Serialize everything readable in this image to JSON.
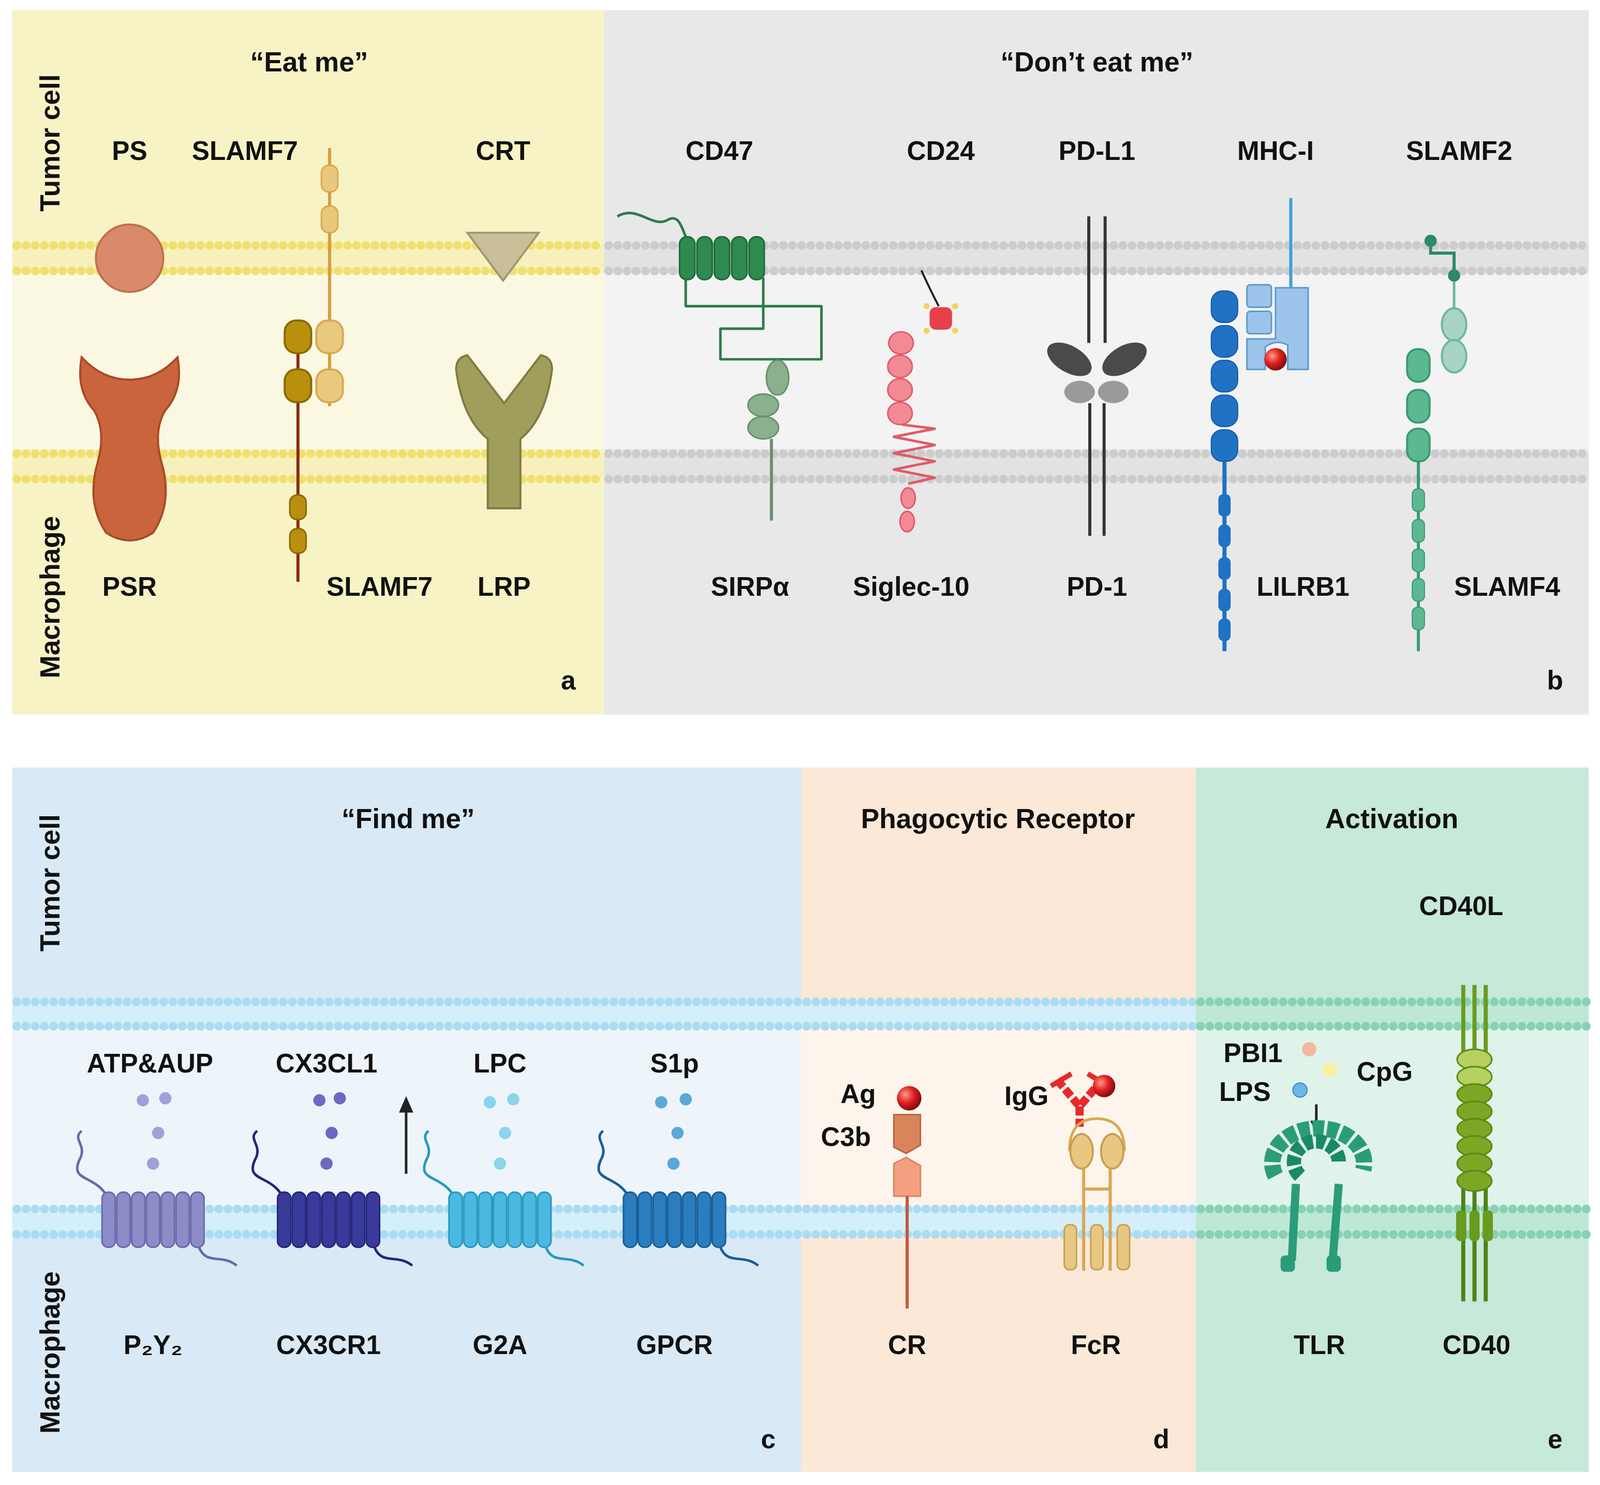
{
  "diagram": {
    "nodes": [
      {
        "text": [
          "“Eat me”",
          "a"
        ]
      },
      {
        "text": [
          "“Don’t eat me”",
          "b"
        ]
      },
      {
        "text": [
          "“Find me”",
          "c"
        ]
      },
      {
        "text": [
          "Phagocytic Receptor",
          "d"
        ]
      },
      {
        "text": [
          "Activation",
          "e"
        ]
      }
    ],
    "edges": [],
    "labels": [
      "Tumor cell",
      "Macrophage",
      "PS",
      "SLAMF7",
      "CRT",
      "PSR",
      "SLAMF7",
      "LRP",
      "CD47",
      "CD24",
      "PD-L1",
      "MHC-I",
      "SLAMF2",
      "SIRPα",
      "Siglec-10",
      "PD-1",
      "LILRB1",
      "SLAMF4",
      "Tumor cell",
      "Macrophage",
      "ATP&AUP",
      "CX3CL1",
      "LPC",
      "S1p",
      "P₂Y₂",
      "CX3CR1",
      "G2A",
      "GPCR",
      "Ag",
      "C3b",
      "IgG",
      "CR",
      "FcR",
      "CD40L",
      "PBI1",
      "CpG",
      "LPS",
      "TLR",
      "CD40"
    ]
  }
}
